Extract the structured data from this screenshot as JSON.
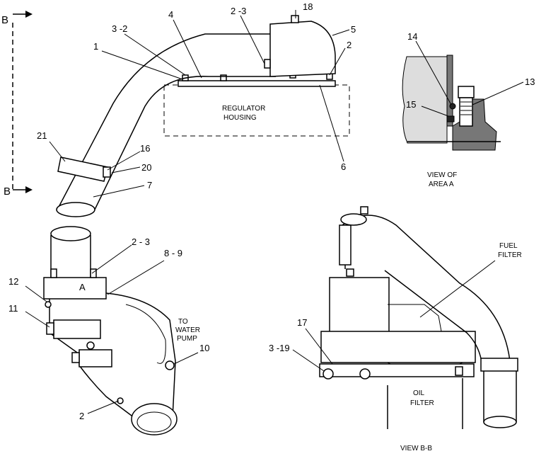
{
  "section_markers": {
    "top": "B",
    "bottom": "B"
  },
  "callouts": {
    "c1": "1",
    "c2_top": "2",
    "c3_2": "3 -2",
    "c4": "4",
    "c2_3_top": "2 -3",
    "c18": "18",
    "c5": "5",
    "c6": "6",
    "c16": "16",
    "c20": "20",
    "c21": "21",
    "c7": "7",
    "c14": "14",
    "c13": "13",
    "c15": "15",
    "c2_3_bottom": "2 - 3",
    "c8_9": "8 - 9",
    "c12": "12",
    "c11": "11",
    "c10": "10",
    "c2_bottom": "2",
    "c17": "17",
    "c3_19": "3 -19"
  },
  "labels": {
    "regulator_line1": "REGULATOR",
    "regulator_line2": "HOUSING",
    "view_a_line1": "VIEW OF",
    "view_a_line2": "AREA A",
    "area_a_tag": "A",
    "water_pump_line1": "TO",
    "water_pump_line2": "WATER",
    "water_pump_line3": "PUMP",
    "fuel_filter_line1": "FUEL",
    "fuel_filter_line2": "FILTER",
    "oil_filter_line1": "OIL",
    "oil_filter_line2": "FILTER",
    "view_bb": "VIEW B-B"
  }
}
